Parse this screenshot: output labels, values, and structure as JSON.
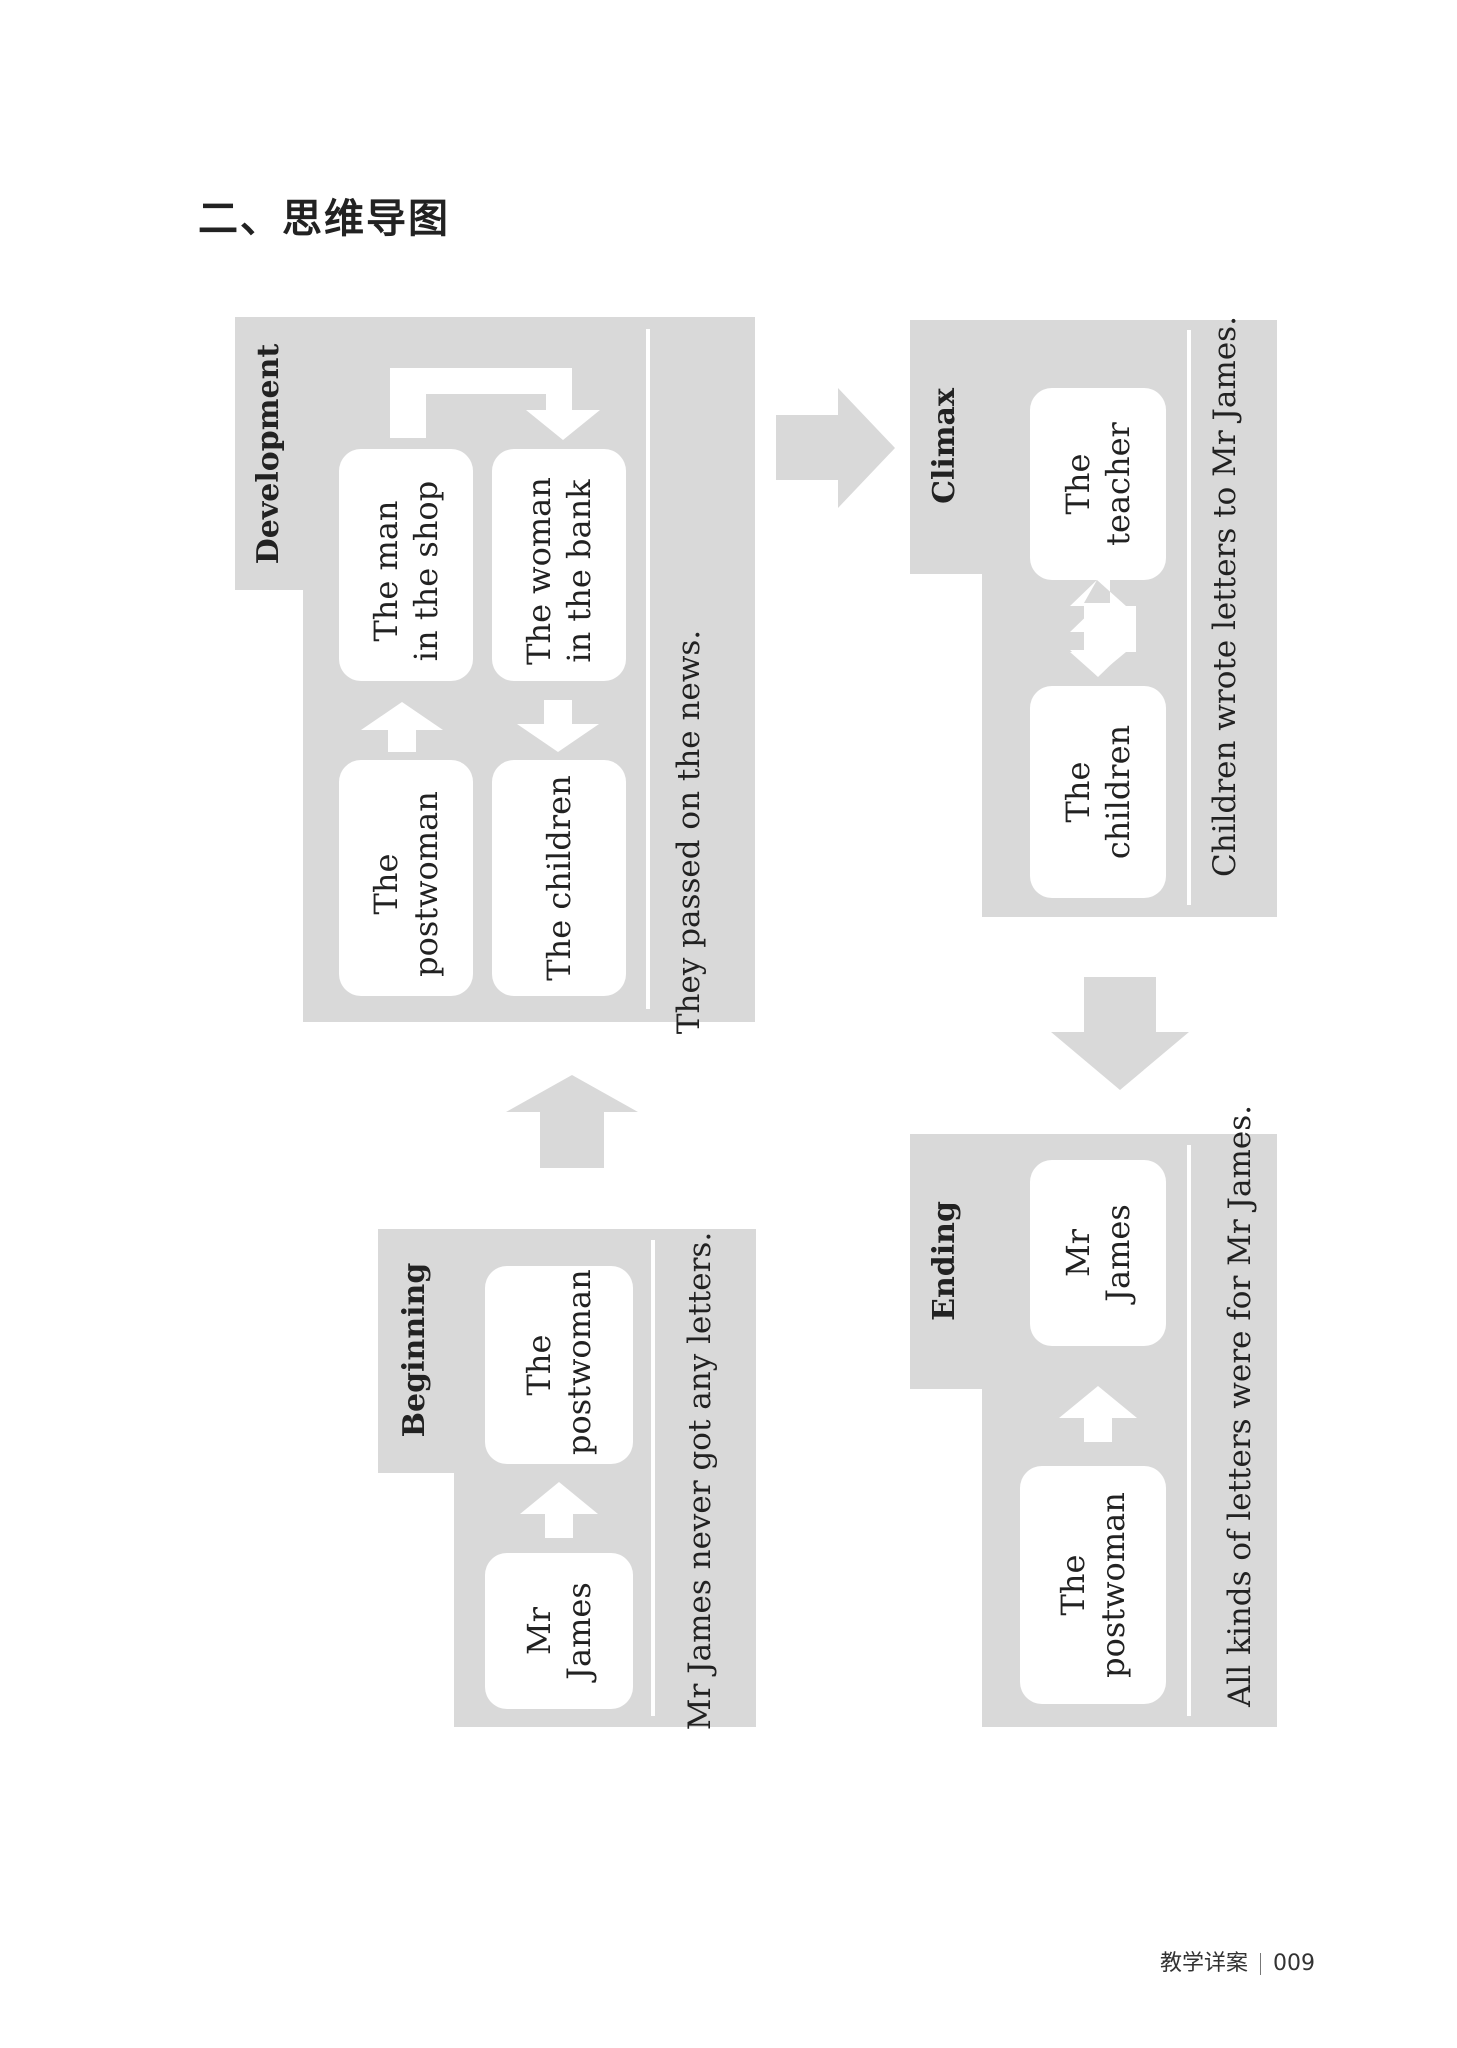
{
  "page": {
    "title": "二、思维导图",
    "footer_label": "教学详案",
    "page_number": "009"
  },
  "colors": {
    "panel": "#d9d9d9",
    "node": "#ffffff",
    "text": "#222222"
  },
  "sections": {
    "development": {
      "label": "Development",
      "nodes": {
        "man_shop": [
          "The man",
          "in the shop"
        ],
        "woman_bank": [
          "The woman",
          "in the bank"
        ],
        "postwoman": [
          "The",
          "postwoman"
        ],
        "children": [
          "The children"
        ]
      },
      "summary": "They passed on the news."
    },
    "climax": {
      "label": "Climax",
      "nodes": {
        "teacher": [
          "The",
          "teacher"
        ],
        "children": [
          "The",
          "children"
        ]
      },
      "summary": "Children wrote letters to Mr James."
    },
    "beginning": {
      "label": "Beginning",
      "nodes": {
        "postwoman": [
          "The",
          "postwoman"
        ],
        "mr_james": [
          "Mr",
          "James"
        ]
      },
      "summary": "Mr James never got any letters."
    },
    "ending": {
      "label": "Ending",
      "nodes": {
        "mr_james": [
          "Mr",
          "James"
        ],
        "postwoman": [
          "The",
          "postwoman"
        ]
      },
      "summary": "All kinds of letters were for Mr James."
    }
  }
}
